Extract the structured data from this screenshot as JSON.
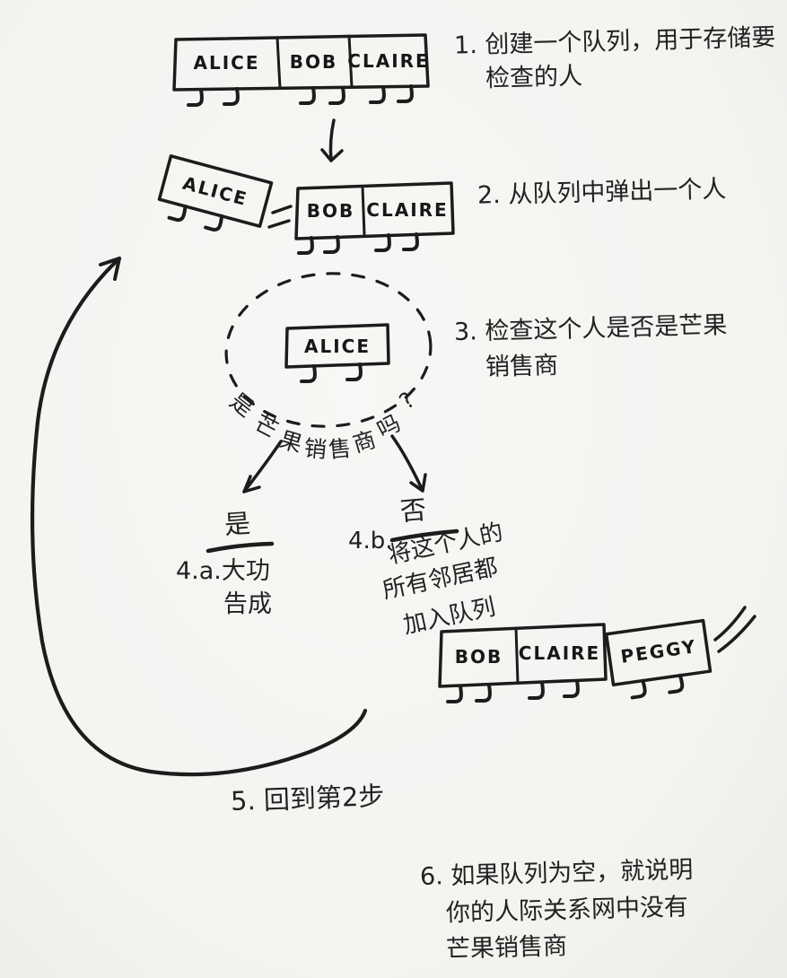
{
  "palette": {
    "ink": "#1c1c1c",
    "paper": "#f4f3f0"
  },
  "steps": {
    "step1_line1": "1. 创建一个队列，用于存储要",
    "step1_line2": "检查的人",
    "step2": "2. 从队列中弹出一个人",
    "step3_line1": "3. 检查这个人是否是芒果",
    "step3_line2": "销售商",
    "step5": "5. 回到第2步",
    "step6_line1": "6. 如果队列为空，就说明",
    "step6_line2": "你的人际关系网中没有",
    "step6_line3": "芒果销售商"
  },
  "decision": {
    "question": "是芒果销售商吗?",
    "yes_label": "是",
    "yes_line1": "4.a.大功",
    "yes_line2": "告成",
    "no_prefix": "4.b.",
    "no_label": "否",
    "no_line1": "将这个人的",
    "no_line2": "所有邻居都",
    "no_line3": "加入队列"
  },
  "queues": {
    "initial": [
      "ALICE",
      "BOB",
      "CLAIRE"
    ],
    "popped": "ALICE",
    "remaining": [
      "BOB",
      "CLAIRE"
    ],
    "checking": "ALICE",
    "after_enqueue": [
      "BOB",
      "CLAIRE",
      "PEGGY"
    ]
  }
}
